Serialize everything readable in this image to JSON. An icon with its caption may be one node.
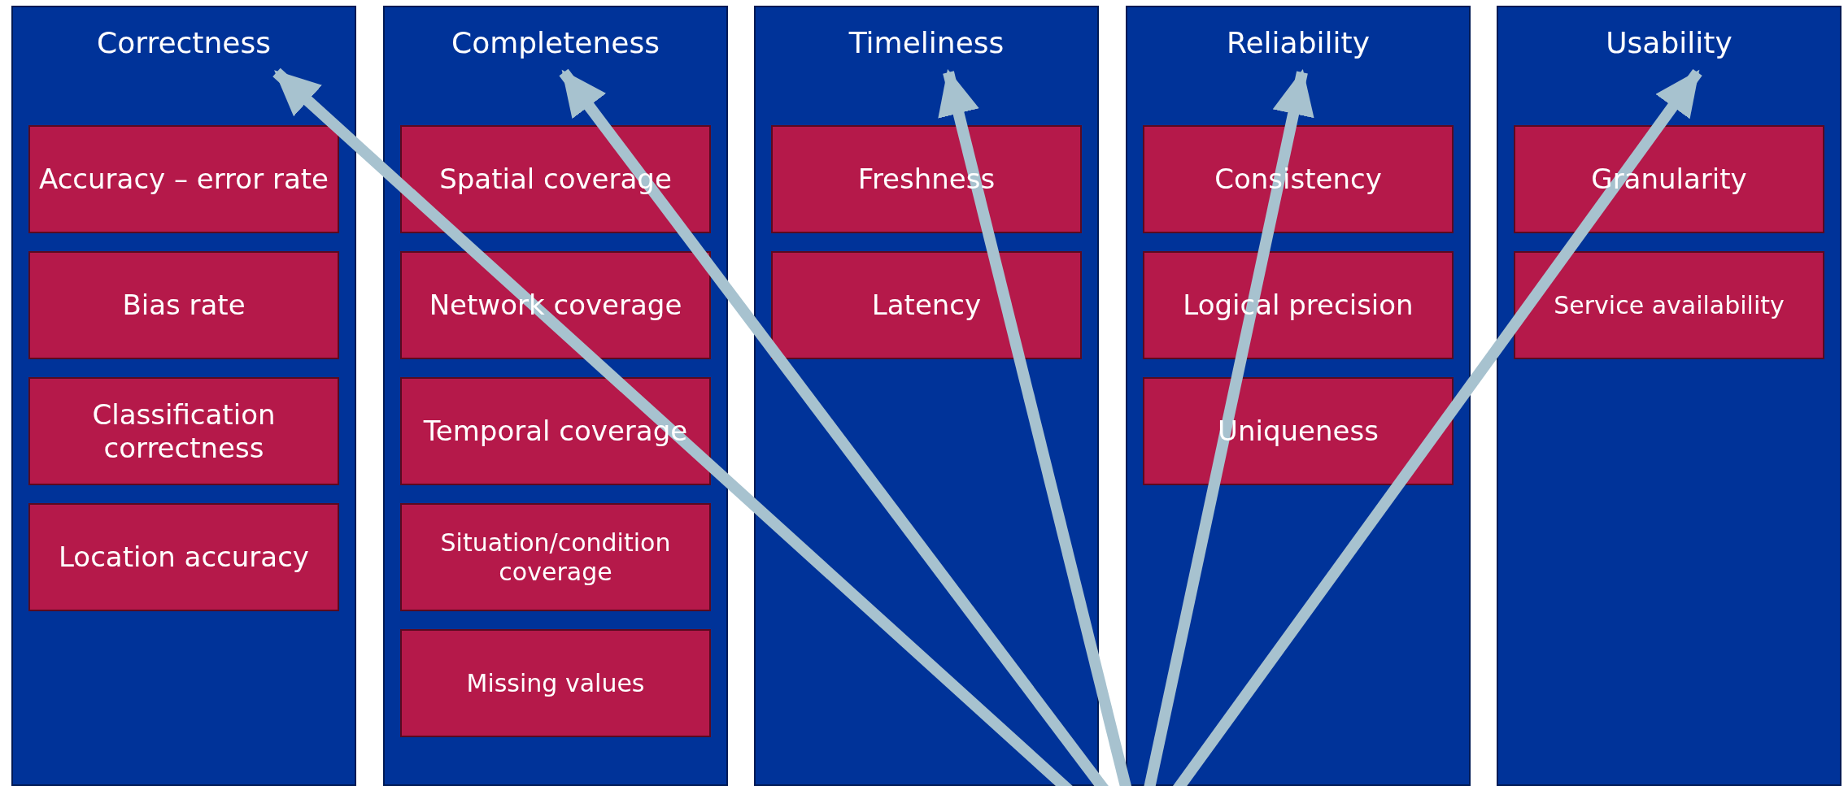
{
  "diagram": {
    "nodes": [
      {
        "text": [
          "Correctness"
        ]
      },
      {
        "text": [
          "Accuracy – error rate"
        ],
        "in": 0
      },
      {
        "text": [
          "Bias rate"
        ],
        "in": 0
      },
      {
        "text": [
          "Classification correctness"
        ],
        "in": 0
      },
      {
        "text": [
          "Location accuracy"
        ],
        "in": 0
      },
      {
        "text": [
          "Completeness"
        ]
      },
      {
        "text": [
          "Spatial coverage"
        ],
        "in": 5
      },
      {
        "text": [
          "Network coverage"
        ],
        "in": 5
      },
      {
        "text": [
          "Temporal coverage"
        ],
        "in": 5
      },
      {
        "text": [
          "Situation/condition coverage"
        ],
        "in": 5
      },
      {
        "text": [
          "Missing values"
        ],
        "in": 5
      },
      {
        "text": [
          "Timeliness"
        ]
      },
      {
        "text": [
          "Freshness"
        ],
        "in": 11
      },
      {
        "text": [
          "Latency"
        ],
        "in": 11
      },
      {
        "text": [
          "Reliability"
        ]
      },
      {
        "text": [
          "Consistency"
        ],
        "in": 14
      },
      {
        "text": [
          "Logical precision"
        ],
        "in": 14
      },
      {
        "text": [
          "Uniqueness"
        ],
        "in": 14
      },
      {
        "text": [
          "Usability"
        ]
      },
      {
        "text": [
          "Granularity"
        ],
        "in": 18
      },
      {
        "text": [
          "Service availability"
        ],
        "in": 18
      }
    ],
    "edges": [
      {
        "from": null,
        "to": 0,
        "arrow": "to"
      },
      {
        "from": null,
        "to": 5,
        "arrow": "to"
      },
      {
        "from": null,
        "to": 11,
        "arrow": "to"
      },
      {
        "from": null,
        "to": 14,
        "arrow": "to"
      },
      {
        "from": null,
        "to": 18,
        "arrow": "to"
      }
    ]
  }
}
